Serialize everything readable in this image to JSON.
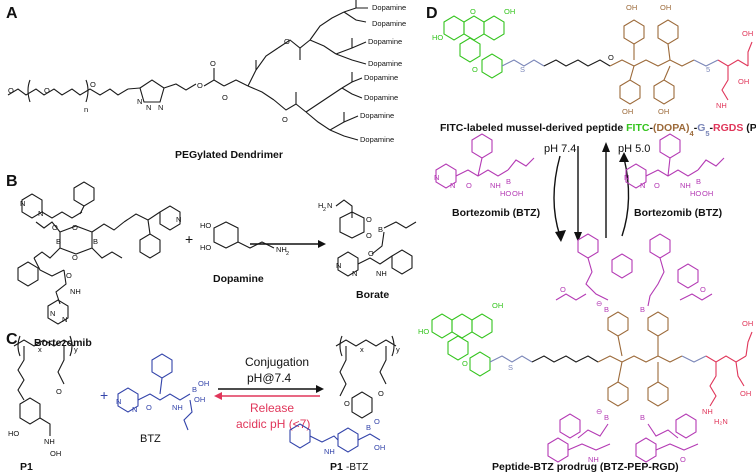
{
  "panels": {
    "A": {
      "letter": "A",
      "repeat_n": "n",
      "end_group": "Dopamine",
      "caption": "PEGylated Dendrimer"
    },
    "B": {
      "letter": "B",
      "bortezomib": "Bortezomib",
      "plus": "+",
      "dopamine": "Dopamine",
      "borate": "Borate"
    },
    "C": {
      "letter": "C",
      "p1": "P1",
      "plus": "+",
      "btz": "BTZ",
      "conjugation": "Conjugation",
      "ph": "pH@7.4",
      "release": "Release",
      "acidic": "acidic pH (<7)",
      "p1btz_a": "P1",
      "p1btz_b": "-BTZ"
    },
    "D": {
      "letter": "D",
      "title_a": "FITC-labeled mussel-derived peptide ",
      "title_fitc": "FITC",
      "title_dash1": "-",
      "title_dopa": "(DOPA)",
      "title_4": "4",
      "title_dash2": "-",
      "title_g": "G",
      "title_5": "5",
      "title_dash3": "-",
      "title_rgds": "RGDS",
      "title_tail": " (PEP-RGD)",
      "ph74": "pH 7.4",
      "ph50": "pH 5.0",
      "btz_left": "Bortezomib (BTZ)",
      "btz_right": "Bortezomib (BTZ)",
      "prodrug": "Peptide-BTZ prodrug (BTZ-PEP-RGD)",
      "subscript_5": "5"
    }
  },
  "colors": {
    "fitc": "#34c41e",
    "dopa": "#9c6a3a",
    "gly": "#7a86b8",
    "rgds": "#e0365a",
    "btz": "#b43ab4",
    "btz_blue": "#3344aa",
    "release": "#e0365a"
  }
}
